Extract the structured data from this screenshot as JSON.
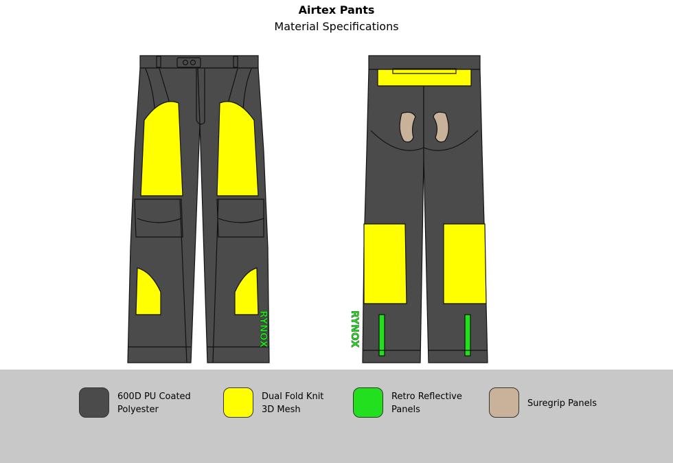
{
  "header": {
    "title": "Airtex Pants",
    "subtitle": "Material Specifications"
  },
  "brand": {
    "logo_text": "RYNOX"
  },
  "colors": {
    "shell": "#4b4b4b",
    "mesh": "#ffff00",
    "reflective": "#22e01e",
    "grip": "#c8b299",
    "outline": "#111111",
    "legend_background": "#c8c8c8"
  },
  "legend": {
    "items": [
      {
        "lines": [
          "600D PU Coated",
          "Polyester"
        ],
        "color": "#4b4b4b"
      },
      {
        "lines": [
          "Dual Fold Knit",
          "3D Mesh"
        ],
        "color": "#ffff00"
      },
      {
        "lines": [
          "Retro Reflective",
          "Panels"
        ],
        "color": "#22e01e"
      },
      {
        "lines": [
          "Suregrip Panels"
        ],
        "color": "#c8b299"
      }
    ]
  }
}
